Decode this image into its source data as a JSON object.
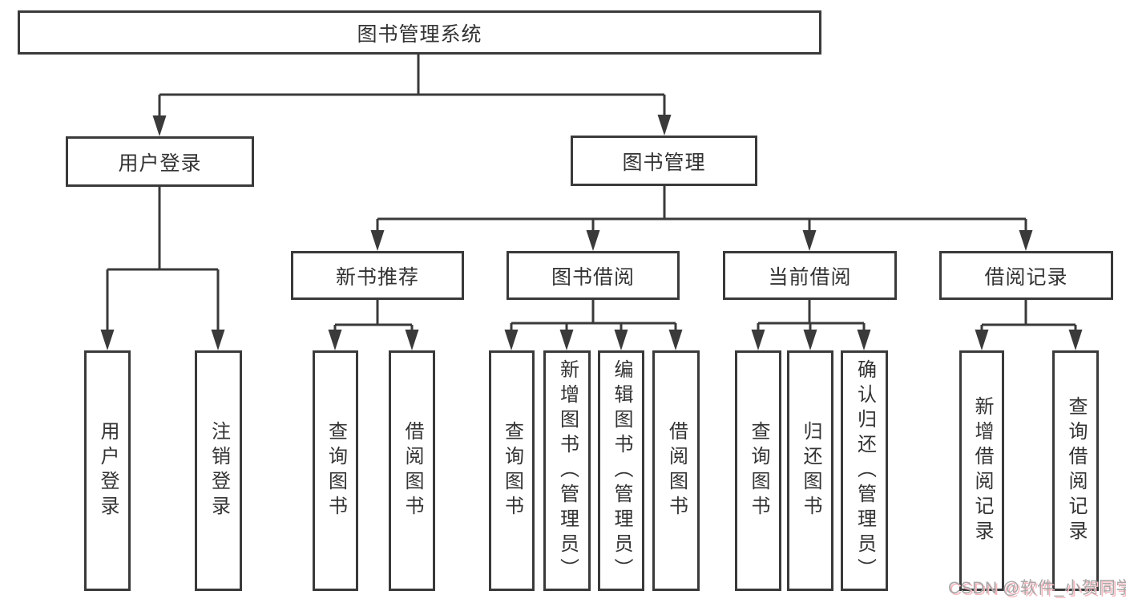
{
  "nodes": {
    "root": "图书管理系统",
    "user_login": "用户登录",
    "book_mgmt": "图书管理",
    "new_book_rec": "新书推荐",
    "book_borrow": "图书借阅",
    "current_borrow": "当前借阅",
    "borrow_record": "借阅记录",
    "ul_user_login": "用户登录",
    "ul_logout": "注销登录",
    "nr_query": "查询图书",
    "nr_borrow": "借阅图书",
    "bb_query": "查询图书",
    "bb_add": "新增图书（管理员）",
    "bb_edit": "编辑图书（管理员）",
    "bb_borrow": "借阅图书",
    "cb_query": "查询图书",
    "cb_return": "归还图书",
    "cb_confirm": "确认归还（管理员）",
    "br_add": "新增借阅记录",
    "br_query": "查询借阅记录"
  },
  "watermark": "CSDN @软件_小贺同学",
  "colors": {
    "line": "#3a3a3a",
    "text": "#333333",
    "background": "#ffffff",
    "watermark_text": "#a8a8a8",
    "watermark_shadow": "#f5b8bf"
  }
}
